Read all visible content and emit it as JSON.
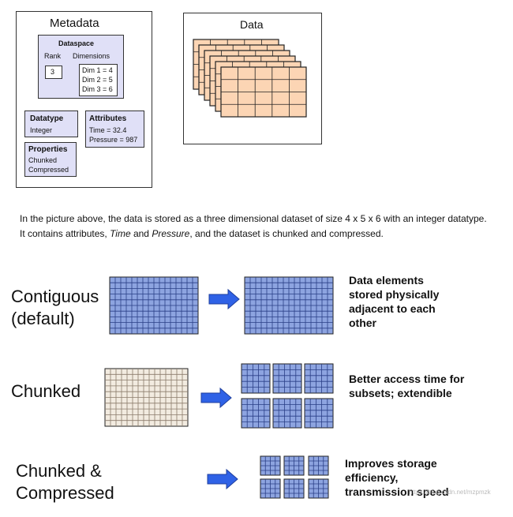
{
  "metadata": {
    "title": "Metadata",
    "dataspace": {
      "title": "Dataspace",
      "rank_label": "Rank",
      "rank_value": "3",
      "dimensions_label": "Dimensions",
      "dims": [
        "Dim 1 = 4",
        "Dim 2 = 5",
        "Dim 3 = 6"
      ]
    },
    "datatype": {
      "title": "Datatype",
      "value": "Integer"
    },
    "attributes": {
      "title": "Attributes",
      "items": [
        "Time = 32.4",
        "Pressure = 987"
      ]
    },
    "properties": {
      "title": "Properties",
      "items": [
        "Chunked",
        "Compressed"
      ]
    }
  },
  "data_panel": {
    "title": "Data"
  },
  "caption": {
    "part1": "In the picture above, the data is stored as a three dimensional dataset of size 4 x 5 x 6 with an integer datatype. It contains attributes, ",
    "time": "Time",
    "and": " and ",
    "pressure": "Pressure",
    "part2": ", and the dataset is chunked and compressed."
  },
  "rows": [
    {
      "label_line1": "Contiguous",
      "label_line2": "(default)",
      "description": "Data elements stored physically adjacent to each other"
    },
    {
      "label_line1": "Chunked",
      "label_line2": "",
      "description": "Better access time for subsets; extendible"
    },
    {
      "label_line1": "Chunked &",
      "label_line2": "Compressed",
      "description": "Improves storage efficiency, transmission speed"
    }
  ],
  "watermark": "https://blog.csdn.net/mzpmzk",
  "colors": {
    "lavender": "#e0e0f7",
    "peach": "#fcd5b4",
    "grid_blue": "#8da4e0",
    "arrow_blue": "#2f62e6",
    "beige": "#f2ebe0"
  }
}
